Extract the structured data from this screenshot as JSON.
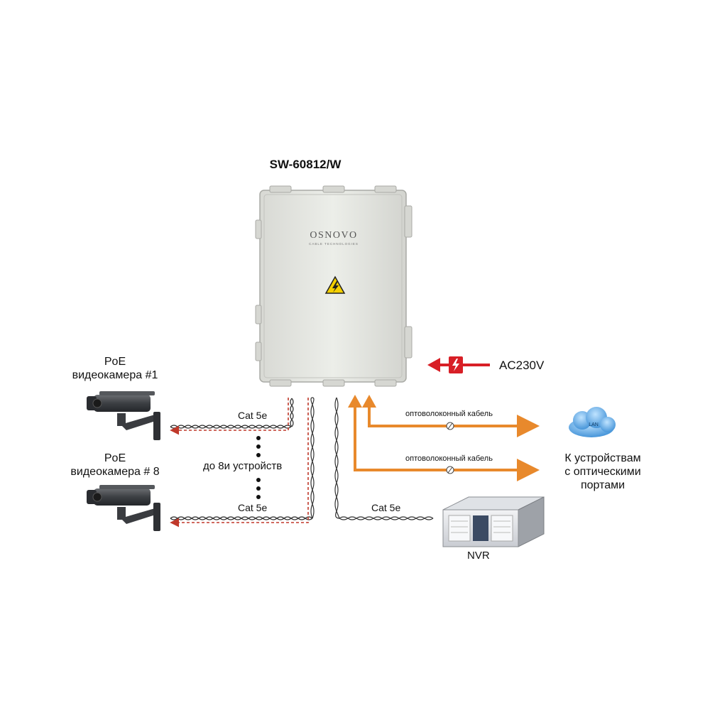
{
  "diagram": {
    "title": "SW-60812/W",
    "brand": "OSNOVO",
    "brand_tagline": "CABLE TECHNOLOGIES",
    "camera1_label_line1": "PoE",
    "camera1_label_line2": "видеокамера  #1",
    "camera8_label_line1": "PoE",
    "camera8_label_line2": "видеокамера  # 8",
    "cable_cat5e_1": "Cat 5e",
    "cable_cat5e_2": "Cat 5e",
    "cable_cat5e_3": "Cat 5e",
    "devices_note": "до 8и  устройств",
    "fiber_cable_1": "оптоволоконный кабель",
    "fiber_cable_2": "оптоволоконный кабель",
    "power_label": "AC230V",
    "cloud_label": "LAN",
    "optical_line1": "К устройствам",
    "optical_line2": "с оптическими",
    "optical_line3": "портами",
    "nvr_label": "NVR",
    "colors": {
      "fiber_orange": "#e8892c",
      "power_red": "#d81f26",
      "cable_dark": "#333333",
      "poe_dashed": "#c0392b",
      "enclosure": "#e4e5e0",
      "cloud_blue": "#4fa3e0"
    }
  }
}
